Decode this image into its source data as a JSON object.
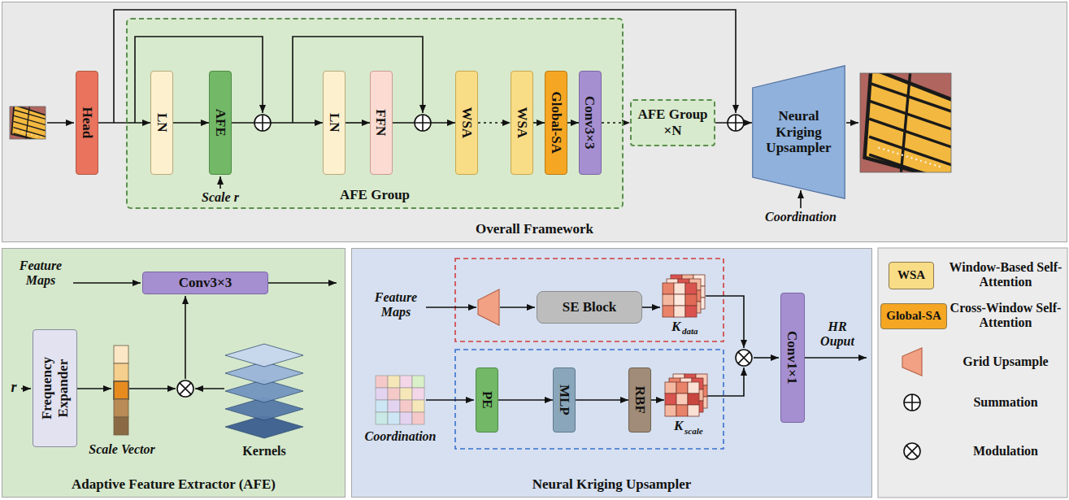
{
  "diagram": {
    "nodes": [
      {
        "text": [
          "Overall Framework"
        ]
      },
      {
        "text": [
          "Head"
        ],
        "in": 0
      },
      {
        "text": [
          "AFE Group"
        ],
        "in": 0
      },
      {
        "text": [
          "LN"
        ],
        "in": 2
      },
      {
        "text": [
          "AFE"
        ],
        "in": 2
      },
      {
        "text": [
          "LN"
        ],
        "in": 2
      },
      {
        "text": [
          "FFN"
        ],
        "in": 2
      },
      {
        "text": [
          "WSA"
        ],
        "in": 2
      },
      {
        "text": [
          "WSA"
        ],
        "in": 2
      },
      {
        "text": [
          "Global-SA"
        ],
        "in": 2
      },
      {
        "text": [
          "Conv3×3"
        ],
        "in": 2
      },
      {
        "text": [
          "AFE Group ×N"
        ],
        "in": 0
      },
      {
        "text": [
          "Neural Kriging Upsampler"
        ],
        "in": 0
      },
      {
        "text": [
          "Adaptive Feature Extractor (AFE)"
        ]
      },
      {
        "text": [
          "Conv3×3"
        ],
        "in": 13
      },
      {
        "text": [
          "Frequency Expander"
        ],
        "in": 13
      },
      {
        "text": [
          "Neural Kriging Upsampler"
        ]
      },
      {
        "text": [
          "SE Block"
        ],
        "in": 16
      },
      {
        "text": [
          "PE"
        ],
        "in": 16
      },
      {
        "text": [
          "MLP"
        ],
        "in": 16
      },
      {
        "text": [
          "RBF"
        ],
        "in": 16
      },
      {
        "text": [
          "Conv1×1"
        ],
        "in": 16
      }
    ],
    "edges": [
      {
        "from": 1,
        "to": 3,
        "arrow": "to"
      },
      {
        "from": 3,
        "to": 4,
        "arrow": "to"
      },
      {
        "from": 4,
        "to": 5,
        "arrow": "to"
      },
      {
        "from": 5,
        "to": 6,
        "arrow": "to"
      },
      {
        "from": 6,
        "to": 7,
        "arrow": "to"
      },
      {
        "from": 7,
        "to": 8,
        "arrow": "to"
      },
      {
        "from": 8,
        "to": 9,
        "arrow": "to"
      },
      {
        "from": 9,
        "to": 10,
        "arrow": "to"
      },
      {
        "from": 10,
        "to": 11,
        "arrow": "to"
      },
      {
        "from": 11,
        "to": 12,
        "arrow": "to"
      },
      {
        "from": 18,
        "to": 19,
        "arrow": "to"
      },
      {
        "from": 19,
        "to": 20,
        "arrow": "to"
      }
    ],
    "labels": [
      "Scale r",
      "Coordination",
      "Feature Maps",
      "r",
      "Scale Vector",
      "Kernels",
      "Feature Maps",
      "K",
      "data",
      "Coordination",
      "K",
      "scale",
      "HR Ouput",
      "WSA",
      "Global-SA"
    ],
    "legend": [
      {
        "text": "Window-Based Self-Attention",
        "color": "#f9dc86"
      },
      {
        "text": "Cross-Window Self-Attention",
        "color": "#f5a623"
      },
      {
        "text": "Grid Upsample"
      },
      {
        "text": "Summation"
      },
      {
        "text": "Modulation"
      }
    ]
  }
}
